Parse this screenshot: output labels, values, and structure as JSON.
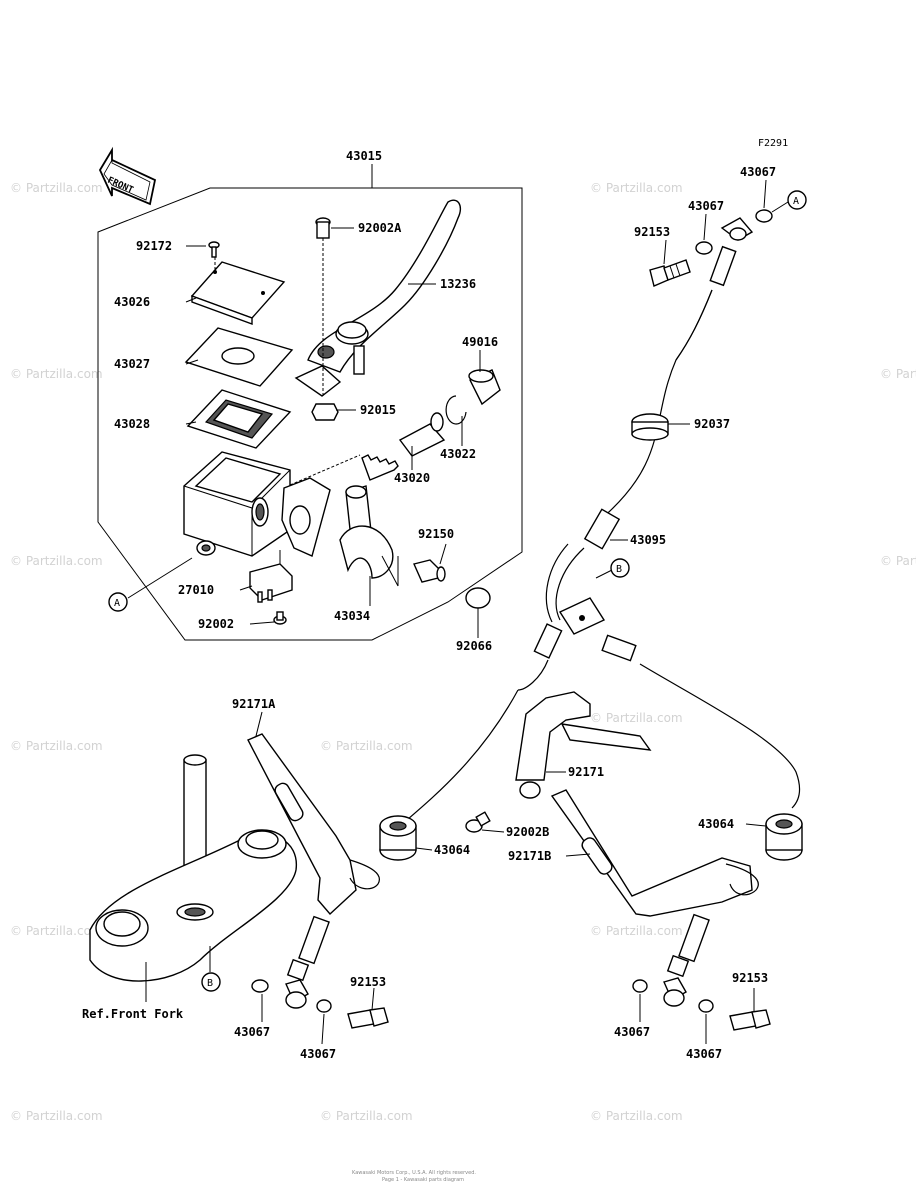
{
  "figure_code": "F2291",
  "front_label": "FRONT",
  "ref_label": "Ref.Front Fork",
  "footer_line1": "Kawasaki Motors Corp., U.S.A. All rights reserved.",
  "footer_line2": "Page 1 - Kawasaki parts diagram",
  "watermark": "© Partzilla.com",
  "callouts": {
    "A1": "A",
    "A2": "A",
    "B1": "B",
    "B2": "B"
  },
  "parts": {
    "p43015": "43015",
    "p92172": "92172",
    "p92002A": "92002A",
    "p43026": "43026",
    "p13236": "13236",
    "p43027": "43027",
    "p49016": "49016",
    "p92015": "92015",
    "p43028": "43028",
    "p43022": "43022",
    "p43020": "43020",
    "p92150": "92150",
    "p27010": "27010",
    "p43034": "43034",
    "p92002": "92002",
    "p92066": "92066",
    "p43067a": "43067",
    "p43067b": "43067",
    "p92153a": "92153",
    "p92037": "92037",
    "p43095": "43095",
    "p92171A": "92171A",
    "p92171": "92171",
    "p43064a": "43064",
    "p92002B": "92002B",
    "p43064b": "43064",
    "p92171B": "92171B",
    "p43067c": "43067",
    "p92153b": "92153",
    "p43067d": "43067",
    "p43067e": "43067",
    "p92153c": "92153",
    "p43067f": "43067"
  }
}
